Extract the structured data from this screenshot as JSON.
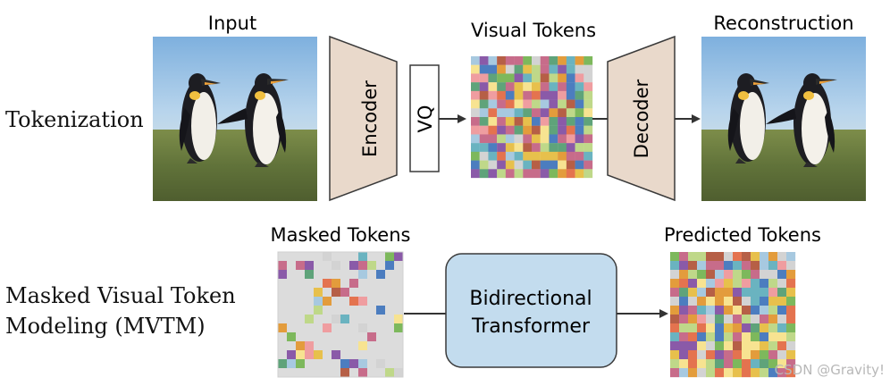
{
  "rows": {
    "tokenization": "Tokenization",
    "mvtm_line1": "Masked Visual Token",
    "mvtm_line2": "Modeling (MVTM)"
  },
  "labels": {
    "input": "Input",
    "visual_tokens": "Visual Tokens",
    "reconstruction": "Reconstruction",
    "masked_tokens": "Masked Tokens",
    "predicted_tokens": "Predicted Tokens"
  },
  "blocks": {
    "encoder": "Encoder",
    "vq": "VQ",
    "decoder": "Decoder",
    "transformer_line1": "Bidirectional",
    "transformer_line2": "Transformer"
  },
  "watermark": "CSDN @Gravity!",
  "colors": {
    "trapezoid_fill": "#e9d9cb",
    "transformer_fill": "#c3dcee",
    "mask_gray": "#dcdcdc",
    "token_palette": [
      "#e4734f",
      "#e7c04c",
      "#7db85c",
      "#4c7dbf",
      "#8a5aa8",
      "#6ab3c0",
      "#ef9da0",
      "#bfd889",
      "#f7e391",
      "#a7c9e0",
      "#c76c8a",
      "#e39c3c",
      "#5fa37a",
      "#d3d3d3",
      "#b65f46"
    ]
  }
}
